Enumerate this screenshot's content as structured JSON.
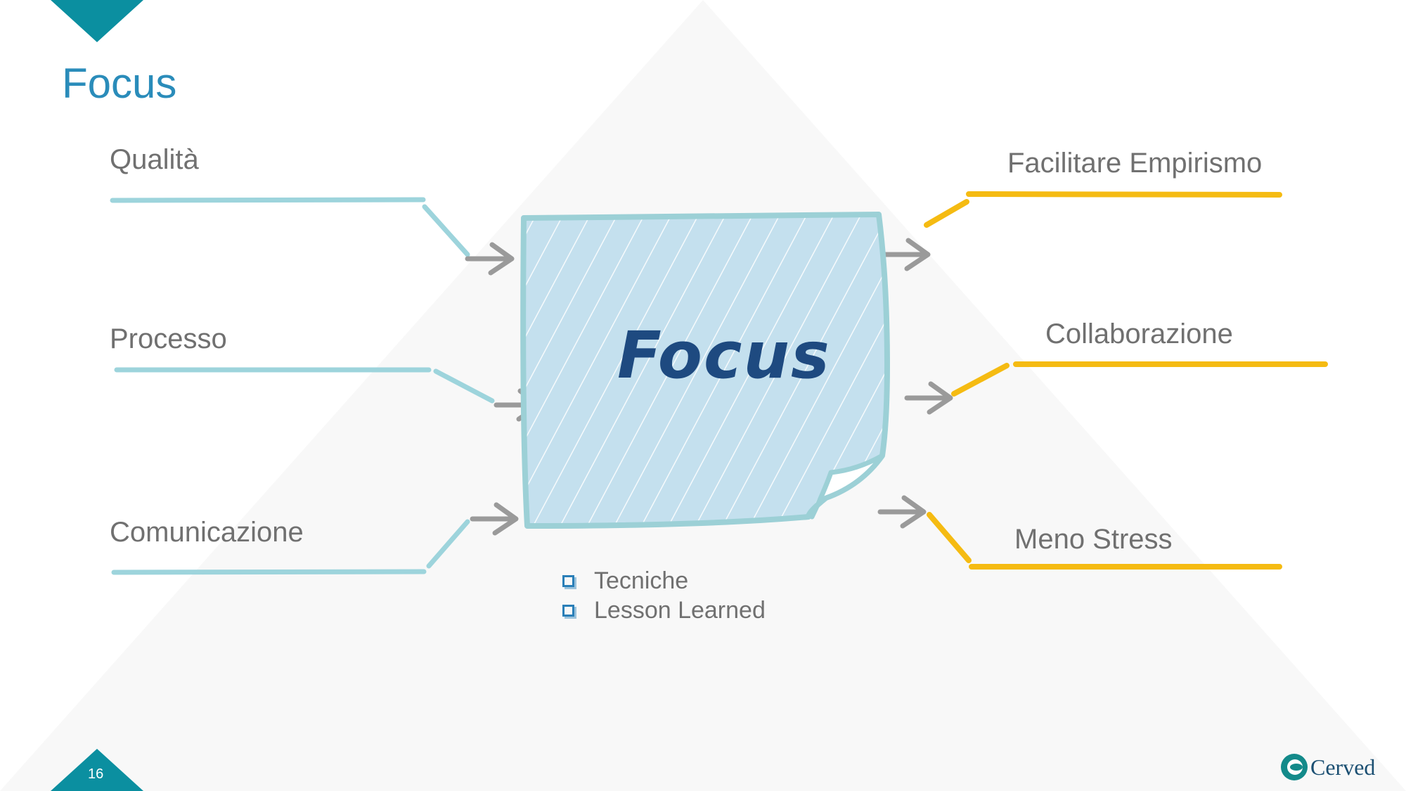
{
  "slide": {
    "title": "Focus",
    "page_number": "16"
  },
  "center": {
    "word": "Focus",
    "bullets": [
      "Tecniche",
      "Lesson Learned"
    ]
  },
  "inputs": [
    {
      "label": "Qualità"
    },
    {
      "label": "Processo"
    },
    {
      "label": "Comunicazione"
    }
  ],
  "outputs": [
    {
      "label": "Facilitare Empirismo"
    },
    {
      "label": "Collaborazione"
    },
    {
      "label": "Meno Stress"
    }
  ],
  "logo": {
    "text": "Cerved"
  },
  "colors": {
    "accent": "#2a8cba",
    "teal_corner": "#0b8fa0",
    "input_line": "#9dd4dc",
    "output_line": "#f5bb12",
    "arrow": "#9a9a9a",
    "note_fill": "#c4e0ee",
    "note_border": "#9cd0d6",
    "center_text": "#1e4a80",
    "label_text": "#707070"
  }
}
